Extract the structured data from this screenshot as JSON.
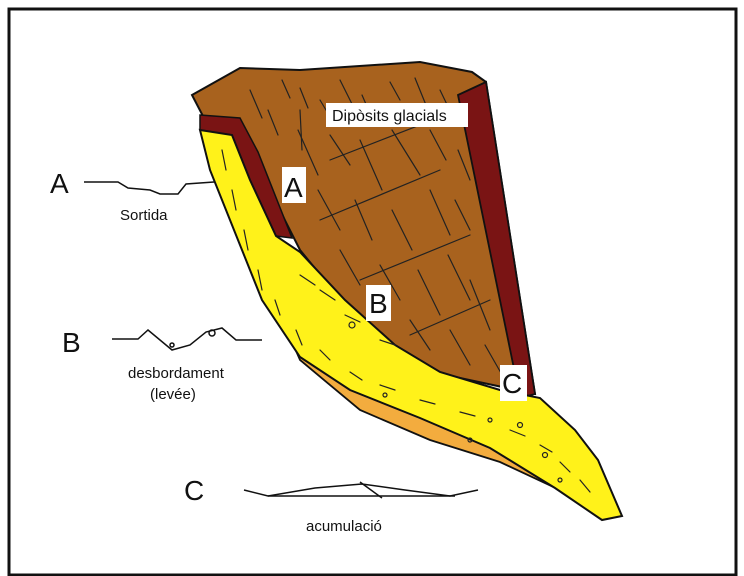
{
  "diagram": {
    "main_label": "Dipòsits glacials",
    "slope_markers": [
      "A",
      "B",
      "C"
    ],
    "profiles": [
      {
        "letter": "A",
        "caption": "Sortida"
      },
      {
        "letter": "B",
        "caption": "desbordament",
        "caption2": "(levée)"
      },
      {
        "letter": "C",
        "caption": "acumulació"
      }
    ],
    "colors": {
      "deposit_brown": "#A8621E",
      "dark_band": "#7A1414",
      "flow_yellow": "#FFF21A",
      "base_orange": "#F3AC3E",
      "outline": "#111111"
    }
  }
}
